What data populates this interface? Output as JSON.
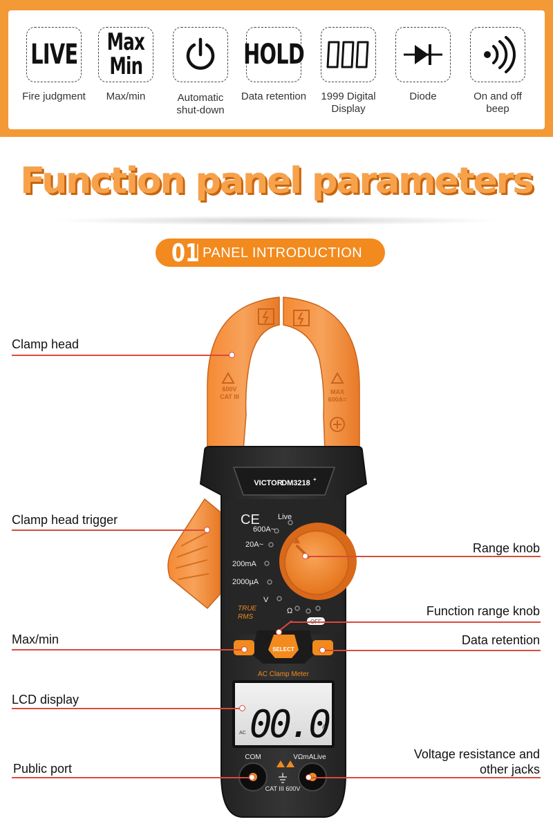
{
  "features": [
    {
      "icon": "live-text-icon",
      "icon_text": "LIVE",
      "label": "Fire judgment"
    },
    {
      "icon": "maxmin-text-icon",
      "icon_text_1": "Max",
      "icon_text_2": "Min",
      "label": "Max/min"
    },
    {
      "icon": "power-icon",
      "label": "Automatic shut-down"
    },
    {
      "icon": "hold-text-icon",
      "icon_text": "HOLD",
      "label": "Data retention"
    },
    {
      "icon": "digital-display-icon",
      "icon_text": "000",
      "label": "1999 Digital Display"
    },
    {
      "icon": "diode-icon",
      "label": "Diode"
    },
    {
      "icon": "beep-icon",
      "label": "On and off beep"
    }
  ],
  "title": "Function panel parameters",
  "section": {
    "number": "01",
    "label": "PANEL INTRODUCTION"
  },
  "callouts": {
    "clamp_head": "Clamp head",
    "clamp_trigger": "Clamp head trigger",
    "max_min": "Max/min",
    "lcd": "LCD display",
    "public_port": "Public port",
    "range_knob": "Range knob",
    "function_knob": "Function range knob",
    "data_retention": "Data retention",
    "voltage_jacks": "Voltage resistance and other jacks"
  },
  "device": {
    "brand": "VICTOR",
    "model": "DM3218",
    "model_sup": "+",
    "ce": "CE",
    "ranges": [
      "Live",
      "600A~",
      "20A~",
      "200mA",
      "2000µA",
      "V"
    ],
    "ohm": "Ω",
    "off": "OFF",
    "true_rms_1": "TRUE",
    "true_rms_2": "RMS",
    "select": "SELECT",
    "meter_name": "AC Clamp Meter",
    "reading": "00.0",
    "lcd_ac": "AC",
    "lcd_unit": "A",
    "com": "COM",
    "jack_label": "VΩmALive",
    "cat": "CAT III 600V",
    "jaw_left_1": "600V",
    "jaw_left_2": "CAT III",
    "jaw_right_1": "MAX",
    "jaw_right_2": "600A="
  },
  "colors": {
    "accent": "#f28a1e",
    "meter_body": "#2b2b2b",
    "jaw": "#f3893a",
    "callout_line": "#d94a3a"
  }
}
